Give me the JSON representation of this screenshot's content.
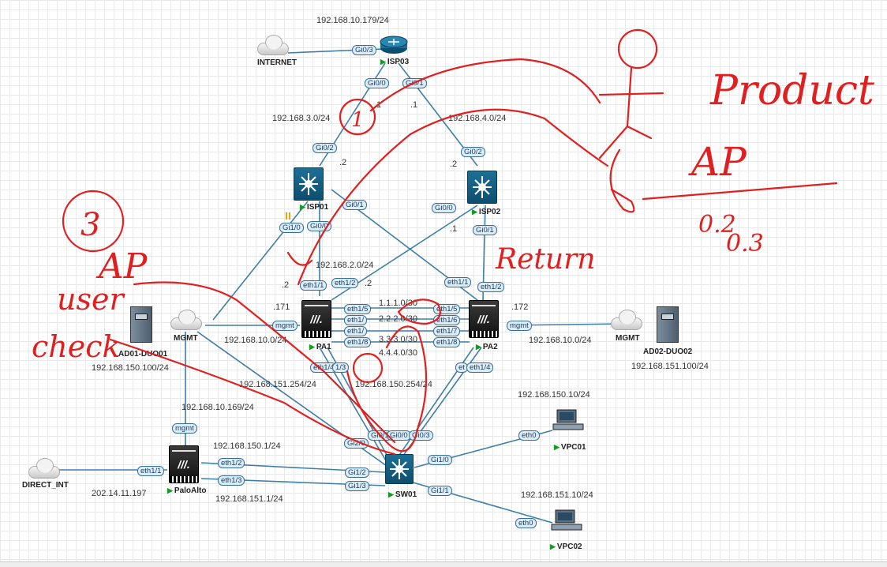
{
  "nodes": {
    "isp03": {
      "name": "ISP03",
      "ip": "192.168.10.179/24"
    },
    "internet": {
      "name": "INTERNET"
    },
    "isp01": {
      "name": "ISP01"
    },
    "isp02": {
      "name": "ISP02"
    },
    "pa1": {
      "name": "PA1",
      "host": ".171"
    },
    "pa2": {
      "name": "PA2",
      "host": ".172"
    },
    "mgmt_left": {
      "name": "MGMT"
    },
    "mgmt_right": {
      "name": "MGMT"
    },
    "ad01": {
      "name": "AD01-DUO01",
      "ip": "192.168.150.100/24"
    },
    "ad02": {
      "name": "AD02-DUO02",
      "ip": "192.168.151.100/24"
    },
    "paloalto": {
      "name": "PaloAlto"
    },
    "direct_int": {
      "name": "DIRECT_INT",
      "ip": "202.14.11.197"
    },
    "sw01": {
      "name": "SW01"
    },
    "vpc01": {
      "name": "VPC01",
      "ip": "192.168.150.10/24"
    },
    "vpc02": {
      "name": "VPC02",
      "ip": "192.168.151.10/24"
    }
  },
  "ports": {
    "isp03_gi03": "Gi0/3",
    "isp03_gi00": "Gi0/0",
    "isp03_gi01": "Gi0/1",
    "isp01_gi02": "Gi0/2",
    "isp01_gi01": "Gi0/1",
    "isp01_gi10": "Gi1/0",
    "isp01_gi00": "Gi0/0",
    "isp02_gi02": "Gi0/2",
    "isp02_gi00": "Gi0/0",
    "isp02_gi01": "Gi0/1",
    "pa1_eth11": "eth1/1",
    "pa1_eth12": "eth1/2",
    "pa1_eth15": "eth1/5",
    "pa1_eth16": "eth1/",
    "pa1_eth17": "eth1/",
    "pa1_eth18": "eth1/8",
    "pa1_eth14": "eth1/4",
    "pa1_eth13": "1/3",
    "pa1_mgmt": "mgmt",
    "pa2_eth11": "eth1/1",
    "pa2_eth12": "eth1/2",
    "pa2_eth15": "eth1/5",
    "pa2_eth16": "eth1/6",
    "pa2_eth17": "eth1/7",
    "pa2_eth18": "eth1/8",
    "pa2_eth13": "et",
    "pa2_eth14": "eth1/4",
    "pa2_mgmt": "mgmt",
    "pa_mgmt": "mgmt",
    "pa_eth11": "eth1/1",
    "pa_eth12": "eth1/2",
    "pa_eth13": "eth1/3",
    "sw_gi20": "Gi2/0",
    "sw_gi01": "Gi0/1",
    "sw_gi00": "Gi0/0",
    "sw_gi03": "Gi0/3",
    "sw_gi10": "Gi1/0",
    "sw_gi11": "Gi1/1",
    "sw_gi12": "Gi1/2",
    "sw_gi13": "Gi1/3",
    "vpc01_eth0": "eth0",
    "vpc02_eth0": "eth0"
  },
  "labels": {
    "net_3": "192.168.3.0/24",
    "net_4": "192.168.4.0/24",
    "dot1_a": ".1",
    "dot1_b": ".1",
    "dot2_a": ".2",
    "dot2_b": ".2",
    "dot1_c": ".1",
    "net_2": "192.168.2.0/24",
    "dot2_c": ".2",
    "dot2_d": ".2",
    "link_1": "1.1.1.0/30",
    "link_2": "2.2.2.0/30",
    "link_3": "3.3.3.0/30",
    "link_4": "4.4.4.0/30",
    "mgmt_net_l": "192.168.10.0/24",
    "mgmt_net_r": "192.168.10.0/24",
    "net_151_254": "192.168.151.254/24",
    "net_150_254": "192.168.150.254/24",
    "pa_mgmt_ip": "192.168.10.169/24",
    "pa_150_1": "192.168.150.1/24",
    "pa_151_1": "192.168.151.1/24"
  },
  "annotations": {
    "product": "Product",
    "ap": "AP",
    "fraction_num": "0.2",
    "fraction_den": "0.3",
    "circle_1": "1",
    "circle_3": "3",
    "ap_left": "AP",
    "user": "user",
    "check": "check",
    "return": "Return"
  },
  "colors": {
    "link": "#3d7ea6",
    "annotation": "#e02020",
    "port_fill": "#dcedfa",
    "node_run": "#159a22"
  }
}
